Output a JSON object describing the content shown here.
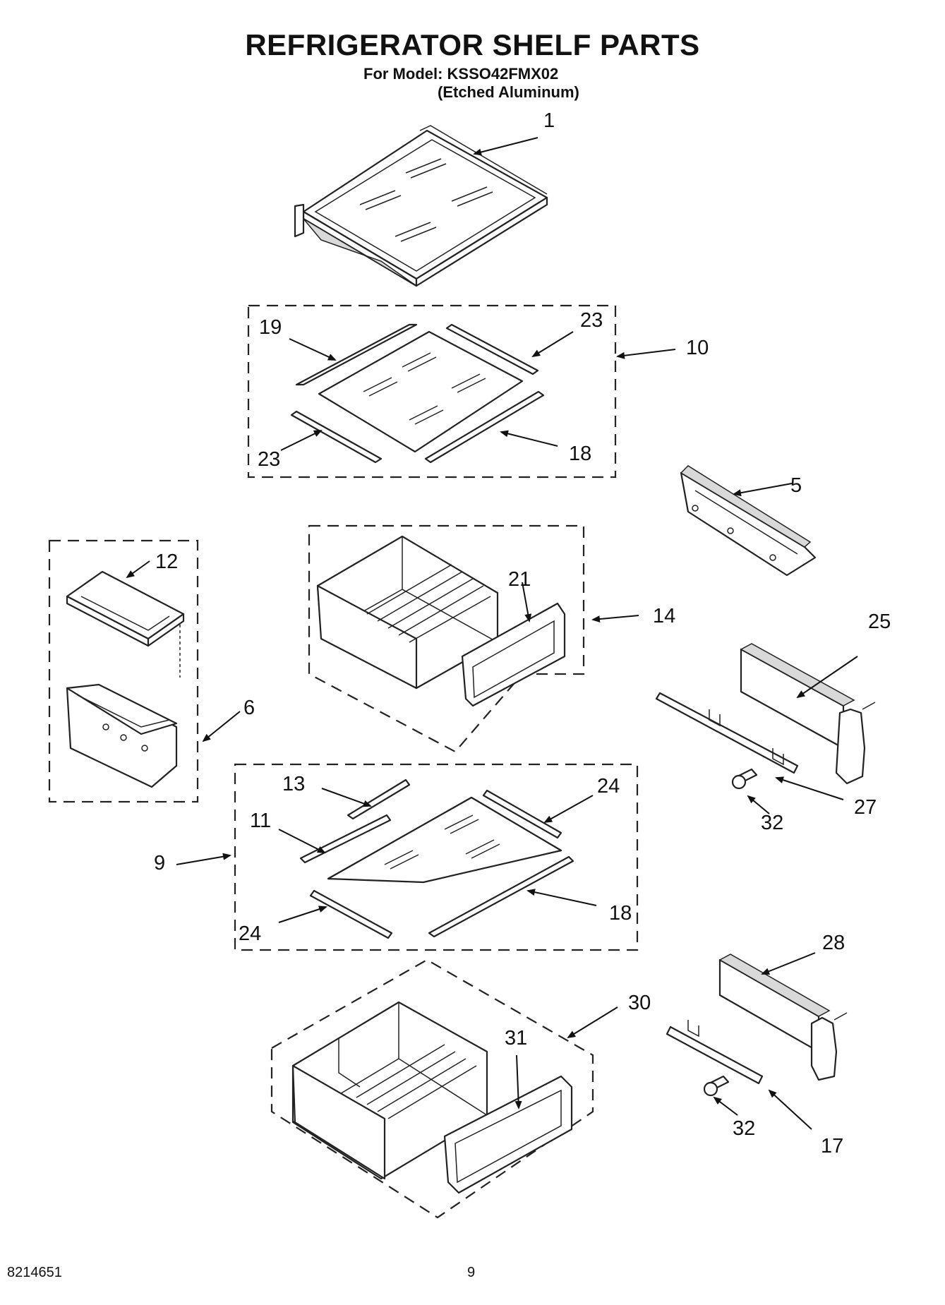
{
  "header": {
    "title": "REFRIGERATOR SHELF PARTS",
    "model_line": "For Model: KSSO42FMX02",
    "finish_line": "(Etched Aluminum)"
  },
  "footer": {
    "doc_number": "8214651",
    "page_number": "9"
  },
  "callouts": {
    "c1": "1",
    "c19": "19",
    "c23a": "23",
    "c10": "10",
    "c23b": "23",
    "c18a": "18",
    "c5": "5",
    "c12": "12",
    "c21": "21",
    "c14": "14",
    "c25": "25",
    "c6": "6",
    "c13": "13",
    "c24a": "24",
    "c11": "11",
    "c9": "9",
    "c18b": "18",
    "c24b": "24",
    "c32a": "32",
    "c27": "27",
    "c28": "28",
    "c30": "30",
    "c31": "31",
    "c32b": "32",
    "c17": "17"
  }
}
